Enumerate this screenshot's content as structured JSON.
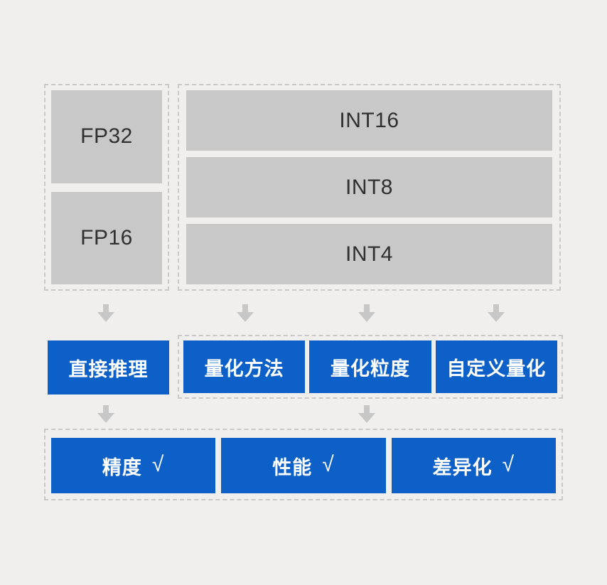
{
  "fp_blocks": [
    {
      "label": "FP32"
    },
    {
      "label": "FP16"
    }
  ],
  "int_blocks": [
    {
      "label": "INT16"
    },
    {
      "label": "INT8"
    },
    {
      "label": "INT4"
    }
  ],
  "inference_button": {
    "label": "直接推理"
  },
  "quant_buttons": [
    {
      "label": "量化方法"
    },
    {
      "label": "量化粒度"
    },
    {
      "label": "自定义量化"
    }
  ],
  "result_buttons": [
    {
      "label": "精度",
      "check": "√"
    },
    {
      "label": "性能",
      "check": "√"
    },
    {
      "label": "差异化",
      "check": "√"
    }
  ],
  "colors": {
    "background": "#f0efed",
    "block_fill": "#c8c8c8",
    "block_text": "#303030",
    "accent_blue": "#0d60c8",
    "button_text": "#ffffff",
    "dashed_border": "#c9c9c9",
    "arrow_gray": "#c7c7c7"
  }
}
